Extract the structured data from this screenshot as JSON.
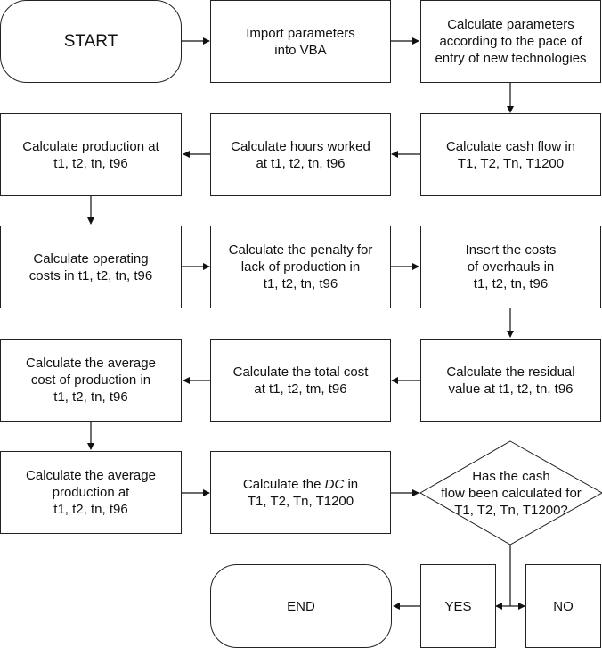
{
  "nodes": {
    "start": "START",
    "import_params": "Import parameters\ninto VBA",
    "calc_params": "Calculate parameters\naccording to the pace of\nentry of new technologies",
    "calc_production": "Calculate production at\nt1, t2, tn, t96",
    "calc_hours": "Calculate hours worked\nat t1, t2, tn, t96",
    "calc_cashflow": "Calculate cash flow in\nT1, T2, Tn, T1200",
    "calc_operating": "Calculate operating\ncosts in t1, t2, tn, t96",
    "calc_penalty": "Calculate the penalty for\nlack of production in\nt1, t2, tn, t96",
    "insert_overhauls": "Insert the costs\nof overhauls in\nt1, t2, tn, t96",
    "calc_avg_cost": "Calculate the average\ncost of production in\nt1, t2, tn, t96",
    "calc_total_cost": "Calculate the total cost\nat t1, t2, tm, t96",
    "calc_residual": "Calculate the residual\nvalue at t1, t2, tn, t96",
    "calc_avg_production": "Calculate the average\nproduction at\nt1, t2, tn, t96",
    "calc_dc_prefix": "Calculate the ",
    "calc_dc_italic": "DC",
    "calc_dc_suffix": " in",
    "calc_dc_line2": "T1, T2, Tn, T1200",
    "decision": "Has the cash\nflow been calculated for\nT1, T2, Tn, T1200?",
    "end": "END",
    "yes": "YES",
    "no": "NO"
  }
}
